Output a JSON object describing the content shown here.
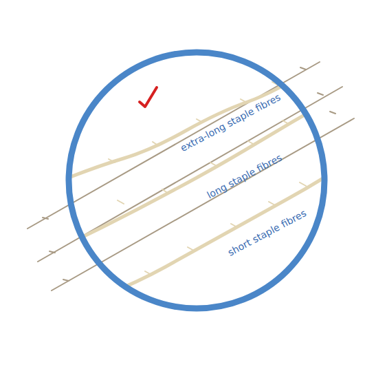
{
  "diagram": {
    "nodes": [
      {
        "text": [
          "extra-long staple fibres",
          "long staple fibres",
          "short staple fibres"
        ]
      }
    ]
  }
}
